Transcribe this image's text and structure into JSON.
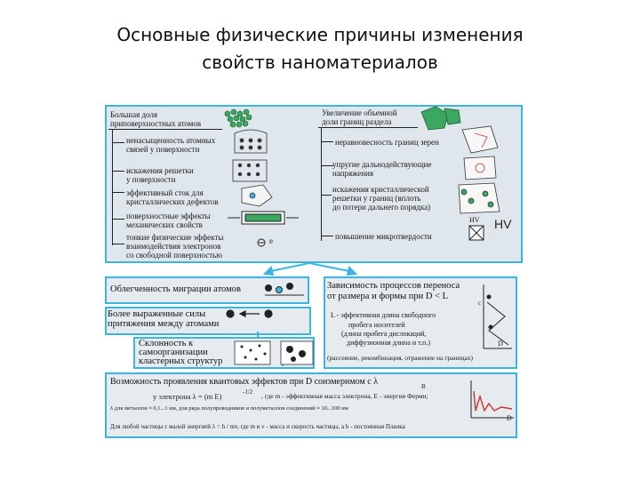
{
  "title": {
    "line1": "Основные физические причины изменения",
    "line2": "свойств наноматериалов"
  },
  "left_panel": {
    "heading_1": "Большая доля",
    "heading_2": "приповерхностных атомов",
    "items": [
      {
        "line1": "ненасыщенность атомных",
        "line2": "связей у поверхности"
      },
      {
        "line1": "искажения решетки",
        "line2": "у поверхности"
      },
      {
        "line1": "эффективный сток для",
        "line2": "кристаллических дефектов"
      },
      {
        "line1": "поверхностные эффекты",
        "line2": "механических свойств"
      },
      {
        "line1": "тонкие физические эффекты",
        "line2": "взаимодействия электронов",
        "line3": "со свободной поверхностью"
      }
    ],
    "electron_label": "e"
  },
  "right_panel": {
    "heading_1": "Увеличение объемной",
    "heading_2": "доли границ раздела",
    "items": [
      {
        "line1": "неравновесность границ зерен"
      },
      {
        "line1": "упругие дальнодействующие",
        "line2": "напряжения"
      },
      {
        "line1": "искажения кристаллической",
        "line2": "решетки у границ (вплоть",
        "line3": "до потери дальнего порядка)"
      },
      {
        "line1": "повышение микротвердости"
      }
    ],
    "hv_small": "HV",
    "hv_big": "HV"
  },
  "migration_box": {
    "text": "Облегченность миграции атомов"
  },
  "forces_box": {
    "line1": "Более выраженные силы",
    "line2": "притяжения между атомами"
  },
  "cluster_box": {
    "line1": "Склонность к",
    "line2": "самоорганизации",
    "line3": "кластерных структур"
  },
  "transfer_box": {
    "line1": "Зависимость процессов переноса",
    "line2": "от размера и формы  при D < L",
    "sub_c": "c",
    "lines": [
      "L  - эффективная длина свободного",
      "пробега носителей",
      "(длина пробега дислокаций,",
      "диффузионная длина и т.п.)",
      "(рассеяние, рекомбинация, отражение на границах)"
    ],
    "axis_d": "D"
  },
  "quantum_box": {
    "line1": "Возможность проявления квантовых эффектов  при  D соизмеримом с λ",
    "sub_b": "B",
    "line2": "у электрона   λ  = (m E)",
    "exp": "-1/2",
    "line2b": ", где  m  - эффективная масса электрона,  E - энергия Ферми;",
    "line3": "λ  для металлов   ≈ 0,1...1 нм,       для ряда полупроводников и полуметаллов соединений  ≈ 10...100 нм",
    "line4": "Для любой частицы с малой энергией  λ  = h / mv, где m и v - масса и скорость частицы, а h - постоянная Планка",
    "axis_d": "D"
  }
}
